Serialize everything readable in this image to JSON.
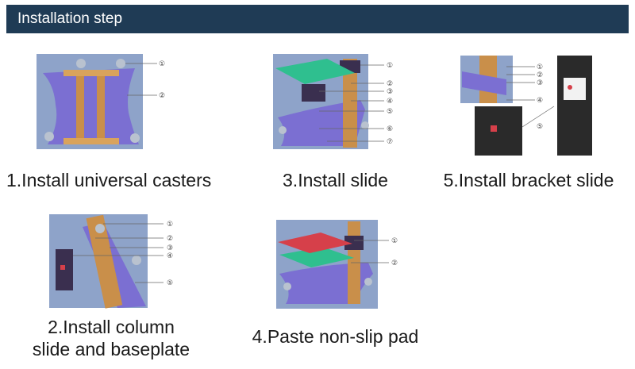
{
  "header": {
    "title": "Installation step"
  },
  "callout_symbols": [
    "①",
    "②",
    "③",
    "④",
    "⑤",
    "⑥",
    "⑦"
  ],
  "steps": [
    {
      "caption": "1.Install universal casters"
    },
    {
      "caption": "3.Install slide"
    },
    {
      "caption": "5.Install bracket slide"
    },
    {
      "caption_line1": "2.Install column",
      "caption_line2": "slide and baseplate"
    },
    {
      "caption": "4.Paste non-slip pad"
    }
  ],
  "colors": {
    "header": "#1f3b55",
    "image_bg": "#8ea3c9",
    "base_purple": "#7b6fd2",
    "frame_orange": "#c98f4a",
    "pad_green": "#2fbf8f",
    "pad_red": "#d6404a",
    "slide_dark": "#3a2f4f"
  }
}
